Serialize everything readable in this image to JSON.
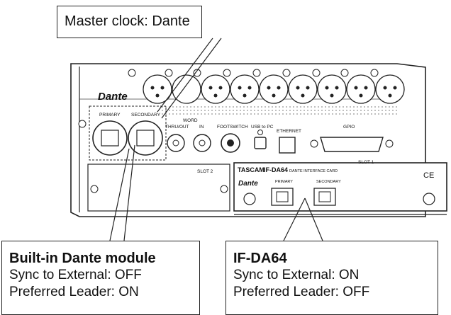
{
  "callouts": {
    "master_clock": "Master clock: Dante",
    "builtin": {
      "title": "Built-in Dante module",
      "sync": "Sync to External: OFF",
      "leader": "Preferred Leader: ON"
    },
    "ifda64": {
      "title": "IF-DA64",
      "sync": "Sync to External: ON",
      "leader": "Preferred Leader: OFF"
    }
  },
  "panel": {
    "dante_logo": "Dante",
    "primary": "PRIMARY",
    "secondary": "SECONDARY",
    "word": "WORD",
    "thru_out": "THRU/OUT",
    "in": "IN",
    "footswitch": "FOOTSWITCH",
    "usb": "USB to PC",
    "ethernet": "ETHERNET",
    "gpio": "GPIO",
    "slot2": "SLOT 2",
    "slot1": "SLOT 1"
  },
  "card": {
    "brand": "TASCAM",
    "model": "IF-DA64",
    "subtitle": "DANTE INTERFACE CARD",
    "dante_logo": "Dante",
    "primary": "PRIMARY",
    "secondary": "SECONDARY",
    "ce_mark": "CE"
  }
}
